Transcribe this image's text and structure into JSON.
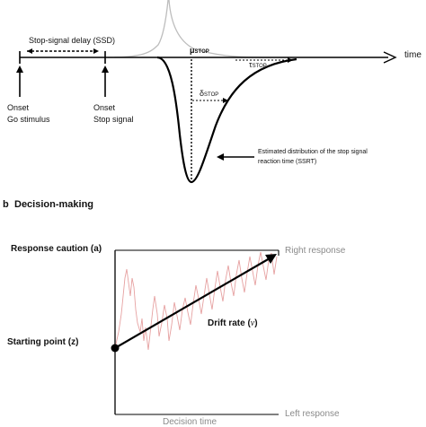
{
  "panel_a": {
    "time_label": "time",
    "ssd_label": "Stop-signal delay (SSD)",
    "mu_symbol": "μ",
    "mu_sub": "STOP",
    "tau_symbol": "τ",
    "tau_sub": "STOP",
    "delta_symbol": "δ",
    "delta_sub": "STOP",
    "onset_go": [
      "Onset",
      "Go stimulus"
    ],
    "onset_stop": [
      "Onset",
      "Stop signal"
    ],
    "ssrt_note": [
      "Estimated distribution of the stop signal",
      "reaction time (SSRT)"
    ]
  },
  "panel_b": {
    "letter": "b",
    "title": "Decision-making",
    "response_caution": "Response caution (a)",
    "right_response": "Right response",
    "left_response": "Left response",
    "drift_rate": "Drift rate (",
    "drift_symbol": "v",
    "drift_close": ")",
    "starting_point": "Starting point (z)",
    "decision_time": "Decision time"
  },
  "colors": {
    "ink": "#000000",
    "grey_curve": "#bdbdbd",
    "noise_trace": "#e6a1a1",
    "label_grey": "#8a8a8a"
  }
}
